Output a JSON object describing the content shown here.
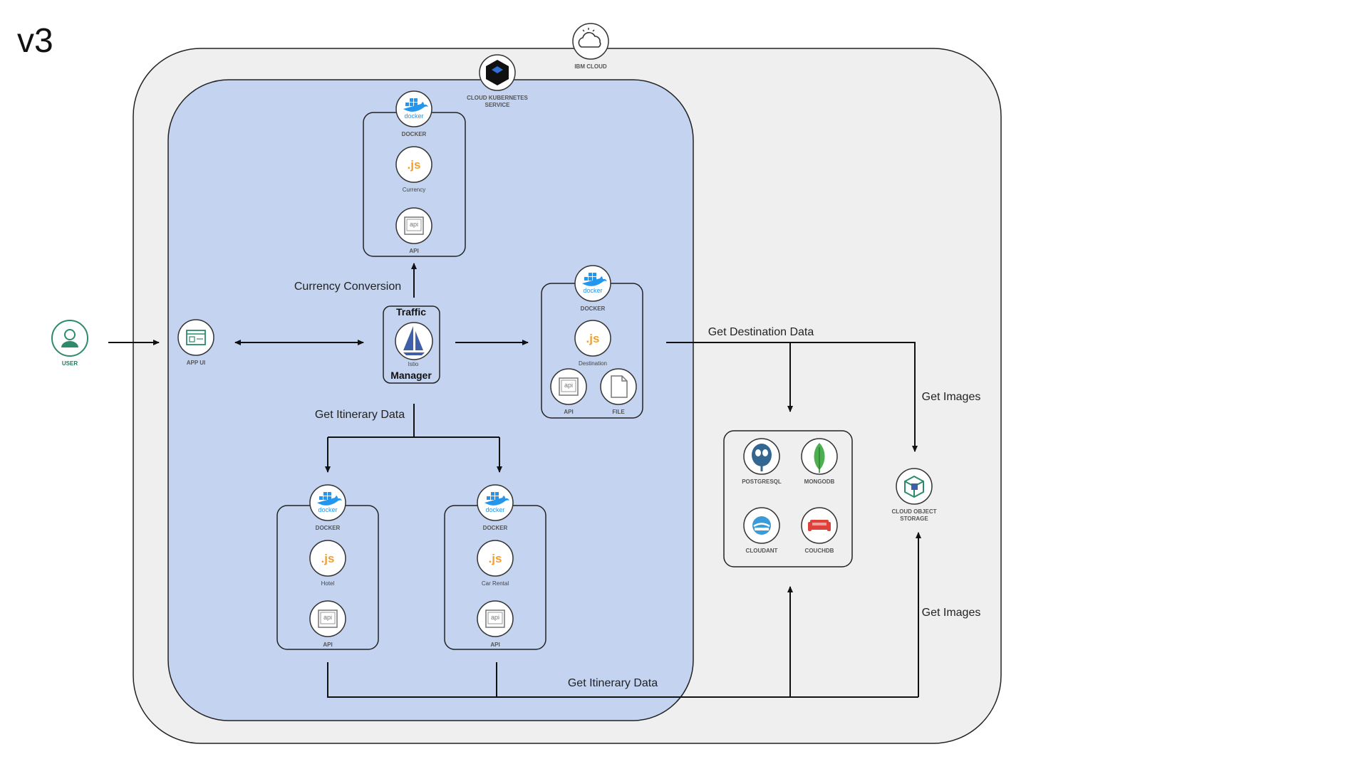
{
  "title": "v3",
  "ibm_cloud": {
    "label": "IBM CLOUD"
  },
  "iks": {
    "label_line1": "CLOUD KUBERNETES",
    "label_line2": "SERVICE"
  },
  "user": {
    "label": "USER"
  },
  "app_ui": {
    "label": "APP UI"
  },
  "traffic_manager": {
    "top": "Traffic",
    "bottom": "Manager",
    "istio": "Istio"
  },
  "currency_service": {
    "docker": "DOCKER",
    "docker_logo": "docker",
    "js": ".js",
    "name": "Currency",
    "api": "API",
    "api_icon": "api"
  },
  "destination_service": {
    "docker": "DOCKER",
    "docker_logo": "docker",
    "js": ".js",
    "name": "Destination",
    "api": "API",
    "api_icon": "api",
    "file": "FILE"
  },
  "hotel_service": {
    "docker": "DOCKER",
    "docker_logo": "docker",
    "js": ".js",
    "name": "Hotel",
    "api": "API",
    "api_icon": "api"
  },
  "car_service": {
    "docker": "DOCKER",
    "docker_logo": "docker",
    "js": ".js",
    "name": "Car Rental",
    "api": "API",
    "api_icon": "api"
  },
  "databases": {
    "postgres": "POSTGRESQL",
    "mongo": "MONGODB",
    "cloudant": "CLOUDANT",
    "couch": "COUCHDB"
  },
  "cos": {
    "label_line1": "CLOUD OBJECT",
    "label_line2": "STORAGE"
  },
  "flows": {
    "currency": "Currency Conversion",
    "itinerary_top": "Get Itinerary Data",
    "destination": "Get Destination Data",
    "images_top": "Get Images",
    "images_bottom": "Get Images",
    "itinerary_bottom": "Get Itinerary Data"
  },
  "colors": {
    "cloud_bg": "#efefef",
    "iks_bg": "#c3d3f0",
    "docker": "#2496ed",
    "js": "#f0a030",
    "user": "#2e8b6a",
    "couch": "#e0403a",
    "mongo": "#4caf50"
  }
}
